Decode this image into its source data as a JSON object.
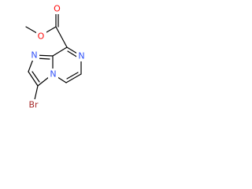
{
  "molecule": {
    "atoms": {
      "o_carbonyl": {
        "label": "O",
        "color": "#ff0d0d"
      },
      "o_ester": {
        "label": "O",
        "color": "#ff0d0d"
      },
      "n_imidazole": {
        "label": "N",
        "color": "#3050f8"
      },
      "n_pyrazine": {
        "label": "N",
        "color": "#3050f8"
      },
      "n_bridgehead": {
        "label": "N",
        "color": "#3050f8"
      },
      "br": {
        "label": "Br",
        "color": "#a62929"
      }
    },
    "bond_color": "#000000"
  }
}
